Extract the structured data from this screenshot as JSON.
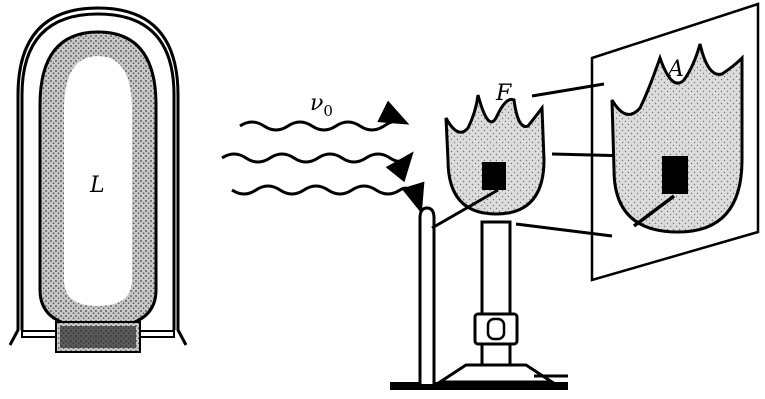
{
  "figure": {
    "labels": {
      "lamp": "L",
      "frequency": "ν",
      "frequency_subscript": "0",
      "flame": "F",
      "absorption_image": "A"
    }
  },
  "colors": {
    "ink": "#000000",
    "paper": "#ffffff",
    "stipple_gray": "#cfcfcf",
    "lamp_base": "#3a3a3a"
  },
  "icons": [
    "lamp",
    "wavy-arrow",
    "bunsen-burner",
    "flame",
    "screen"
  ]
}
